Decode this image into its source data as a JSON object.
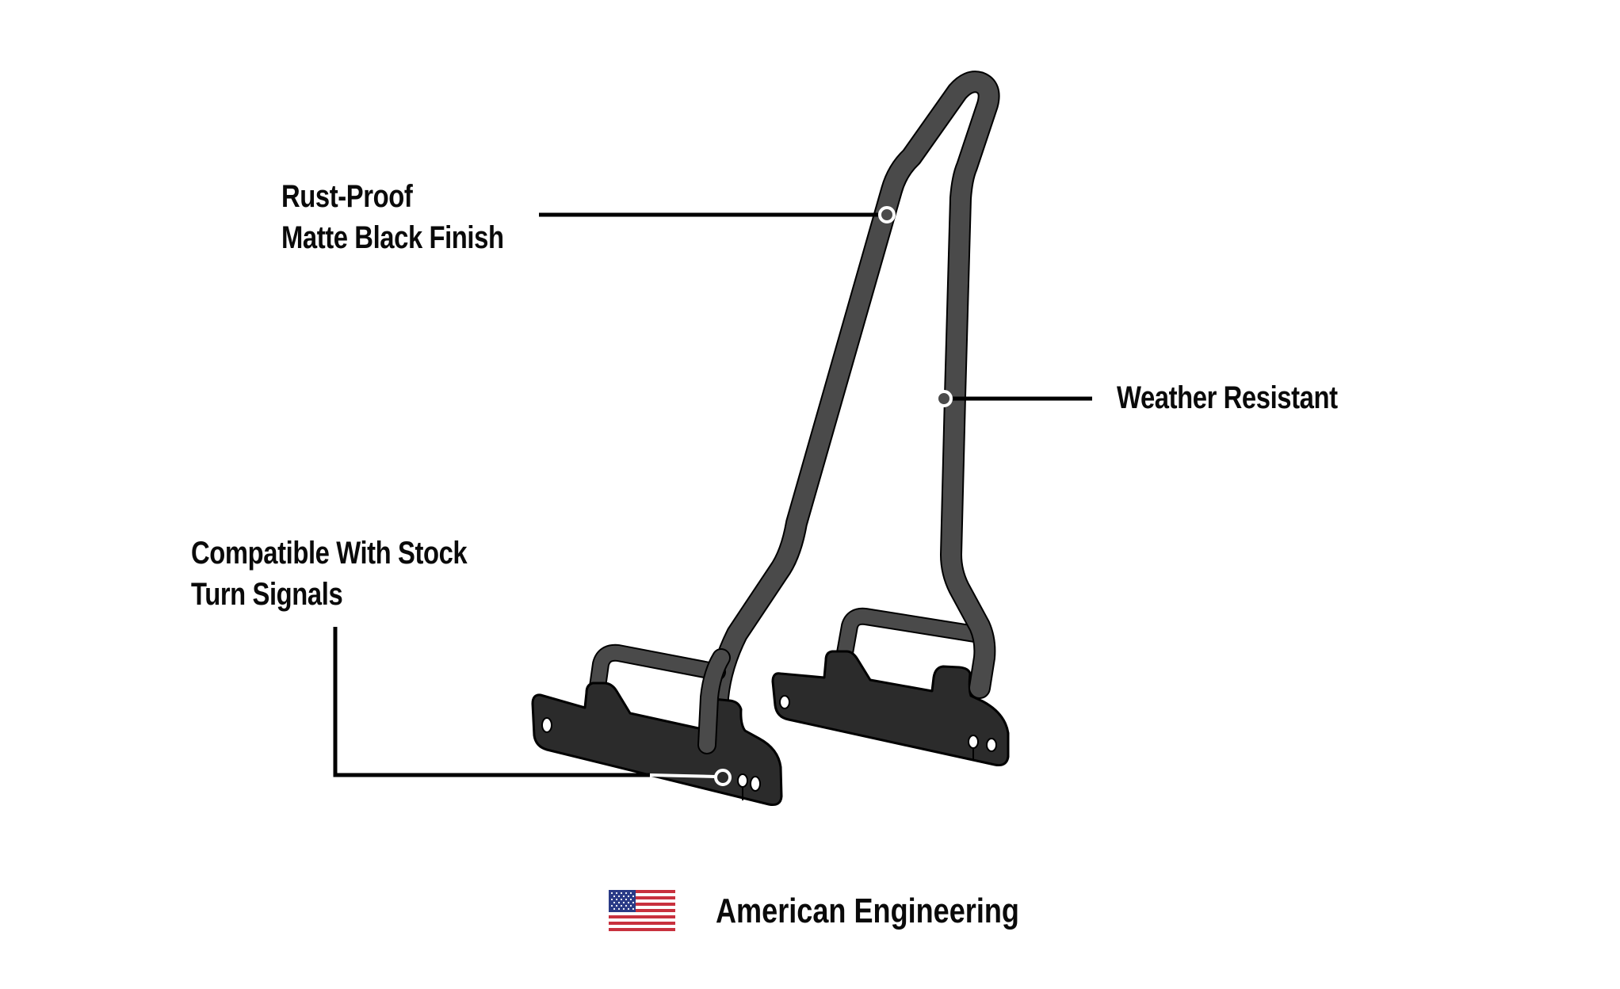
{
  "diagram": {
    "subject": "motorcycle sissy bar / backrest frame with mounting plates",
    "colors": {
      "background": "#ffffff",
      "tube_fill": "#4a4a4a",
      "plate_fill": "#2b2b2b",
      "outline": "#000000",
      "callout_line": "#000000",
      "marker_ring": "#ffffff",
      "text": "#0a0a0a"
    },
    "callouts": [
      {
        "id": "finish",
        "lines": [
          "Rust-Proof",
          "Matte Black Finish"
        ],
        "marker": [
          1119,
          270
        ]
      },
      {
        "id": "weather",
        "lines": [
          "Weather Resistant"
        ],
        "marker": [
          1191,
          503
        ]
      },
      {
        "id": "turn-signals",
        "lines": [
          "Compatible With Stock",
          "Turn Signals"
        ],
        "marker": [
          912,
          987
        ]
      }
    ]
  },
  "footer": {
    "flag_icon": "us-flag-icon",
    "text": "American Engineering",
    "flag_colors": {
      "red": "#c8313e",
      "white": "#ffffff",
      "blue": "#2a3a86"
    }
  }
}
